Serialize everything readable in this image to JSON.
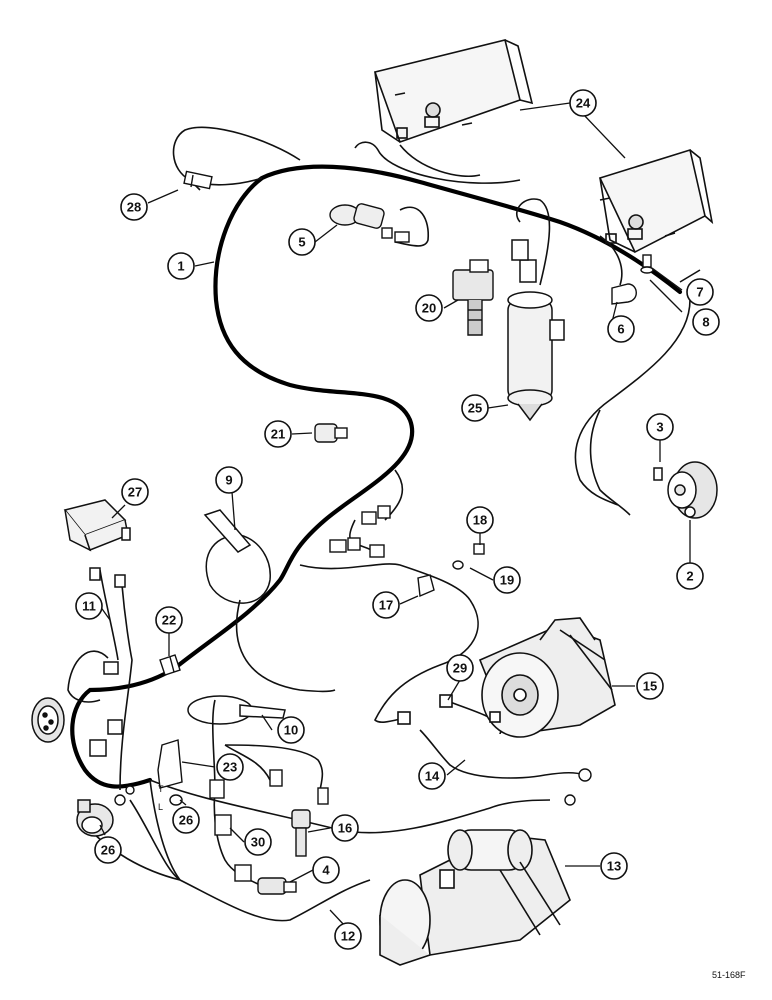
{
  "callouts": [
    {
      "id": "c1",
      "label": "1"
    },
    {
      "id": "c2",
      "label": "2"
    },
    {
      "id": "c3",
      "label": "3"
    },
    {
      "id": "c4",
      "label": "4"
    },
    {
      "id": "c5",
      "label": "5"
    },
    {
      "id": "c6",
      "label": "6"
    },
    {
      "id": "c7",
      "label": "7"
    },
    {
      "id": "c8",
      "label": "8"
    },
    {
      "id": "c9",
      "label": "9"
    },
    {
      "id": "c10",
      "label": "10"
    },
    {
      "id": "c11",
      "label": "11"
    },
    {
      "id": "c12",
      "label": "12"
    },
    {
      "id": "c13",
      "label": "13"
    },
    {
      "id": "c14",
      "label": "14"
    },
    {
      "id": "c15",
      "label": "15"
    },
    {
      "id": "c16",
      "label": "16"
    },
    {
      "id": "c17",
      "label": "17"
    },
    {
      "id": "c18",
      "label": "18"
    },
    {
      "id": "c19",
      "label": "19"
    },
    {
      "id": "c20",
      "label": "20"
    },
    {
      "id": "c21",
      "label": "21"
    },
    {
      "id": "c22",
      "label": "22"
    },
    {
      "id": "c23",
      "label": "23"
    },
    {
      "id": "c24",
      "label": "24"
    },
    {
      "id": "c25",
      "label": "25"
    },
    {
      "id": "c26a",
      "label": "26"
    },
    {
      "id": "c26b",
      "label": "26"
    },
    {
      "id": "c27",
      "label": "27"
    },
    {
      "id": "c28",
      "label": "28"
    },
    {
      "id": "c29",
      "label": "29"
    },
    {
      "id": "c30",
      "label": "30"
    }
  ],
  "figure_ref": "51-168F",
  "small_marks": {
    "upper": "T",
    "lower": "L"
  }
}
